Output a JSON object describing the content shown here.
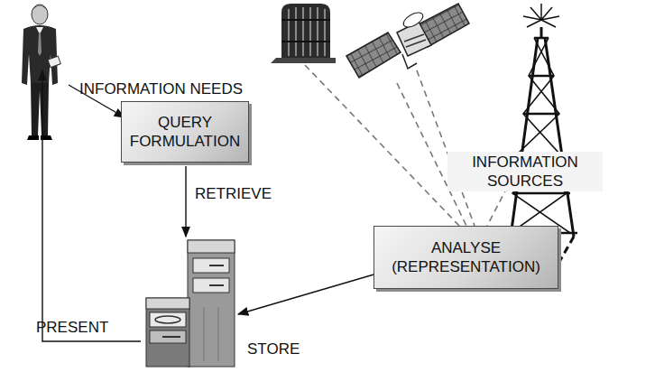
{
  "diagram": {
    "nodes": [
      {
        "text": [
          "QUERY FORMULATION"
        ]
      },
      {
        "text": [
          "ANALYSE (REPRESENTATION)"
        ]
      }
    ],
    "edges": [],
    "labels": [
      "INFORMATION NEEDS",
      "INFORMATION SOURCES",
      "RETRIEVE",
      "STORE",
      "PRESENT"
    ]
  }
}
